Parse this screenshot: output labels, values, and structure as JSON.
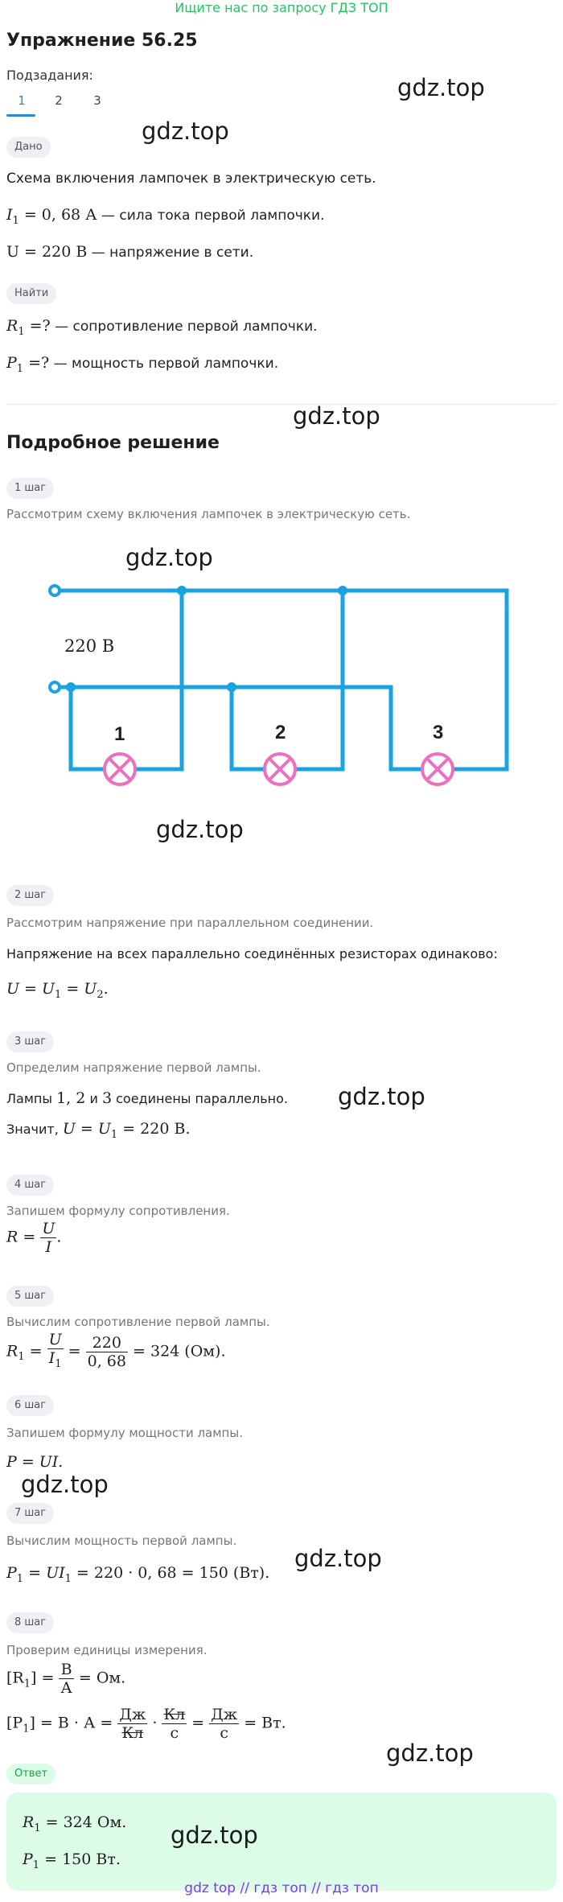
{
  "banner": "Ищите нас по запросу ГДЗ ТОП",
  "title": "Упражнение 56.25",
  "subtasks_label": "Подзадания:",
  "tabs": [
    "1",
    "2",
    "3"
  ],
  "given_badge": "Дано",
  "given": {
    "line1": "Схема включения лампочек в электрическую сеть.",
    "i1_math": "I",
    "i1_sub": "1",
    "i1_value": " = 0, 68 А",
    "i1_desc": " — сила тока первой лампочки.",
    "u_math": "U = 220 В",
    "u_desc": " — напряжение в сети."
  },
  "find_badge": "Найти",
  "find": {
    "r1_math": "R",
    "r1_sub": "1",
    "r1_value": " =?",
    "r1_desc": " — сопротивление первой лампочки.",
    "p1_math": "P",
    "p1_sub": "1",
    "p1_value": " =?",
    "p1_desc": " — мощность первой лампочки."
  },
  "solution_title": "Подробное решение",
  "circuit": {
    "voltage_label": "220 В",
    "lamp_labels": [
      "1",
      "2",
      "3"
    ],
    "wire_color": "#1aa3e0",
    "lamp_color": "#ee6fbf"
  },
  "steps": [
    {
      "badge": "1 шаг",
      "desc": "Рассмотрим схему включения лампочек в электрическую сеть."
    },
    {
      "badge": "2 шаг",
      "desc": "Рассмотрим напряжение при параллельном соединении.",
      "text": "Напряжение на всех параллельно соединённых резисторах одинаково:",
      "math": "U = U",
      "sub1": "1",
      "mid": " = U",
      "sub2": "2",
      "end": "."
    },
    {
      "badge": "3 шаг",
      "desc": "Определим напряжение первой лампы.",
      "text_pre": "Лампы ",
      "text_nums": "1, 2",
      "text_and": " и ",
      "text_3": "3",
      "text_post": " соединены параллельно.",
      "conclusion_pre": "Значит, ",
      "conclusion_math": "U = U",
      "conclusion_sub": "1",
      "conclusion_end": " = 220 В."
    },
    {
      "badge": "4 шаг",
      "desc": "Запишем формулу сопротивления.",
      "lhs": "R =",
      "num": "U",
      "den": "I",
      "end": "."
    },
    {
      "badge": "5 шаг",
      "desc": "Вычислим сопротивление первой лампы.",
      "lhs": "R",
      "lhs_sub": "1",
      "eq": " =",
      "num1": "U",
      "den1": "I",
      "den1_sub": "1",
      "num2": "220",
      "den2": "0, 68",
      "result": " = 324  (Ом)."
    },
    {
      "badge": "6 шаг",
      "desc": "Запишем формулу мощности лампы.",
      "math": "P = UI."
    },
    {
      "badge": "7 шаг",
      "desc": "Вычислим мощность первой лампы.",
      "lhs": "P",
      "lhs_sub": "1",
      "mid": " = UI",
      "mid_sub": "1",
      "result": " = 220 · 0, 68 = 150  (Вт)."
    },
    {
      "badge": "8 шаг",
      "desc": "Проверим единицы измерения.",
      "r_lhs": "[R",
      "r_sub": "1",
      "r_close": "] =",
      "r_num": "В",
      "r_den": "А",
      "r_end": "= Ом.",
      "p_lhs": "[P",
      "p_sub": "1",
      "p_close": "] = В · А =",
      "p_num1": "Дж",
      "p_den1": "Кл",
      "p_num2": "Кл",
      "p_den2": "с",
      "p_num3": "Дж",
      "p_den3": "с",
      "p_end": "= Вт."
    }
  ],
  "answer_badge": "Ответ",
  "answer": {
    "r1": "R",
    "r1_sub": "1",
    "r1_val": " = 324 Ом.",
    "p1": "P",
    "p1_sub": "1",
    "p1_val": " = 150 Вт."
  },
  "watermark": "gdz.top",
  "footer": "gdz top  //  гдз топ  //  гдз топ"
}
